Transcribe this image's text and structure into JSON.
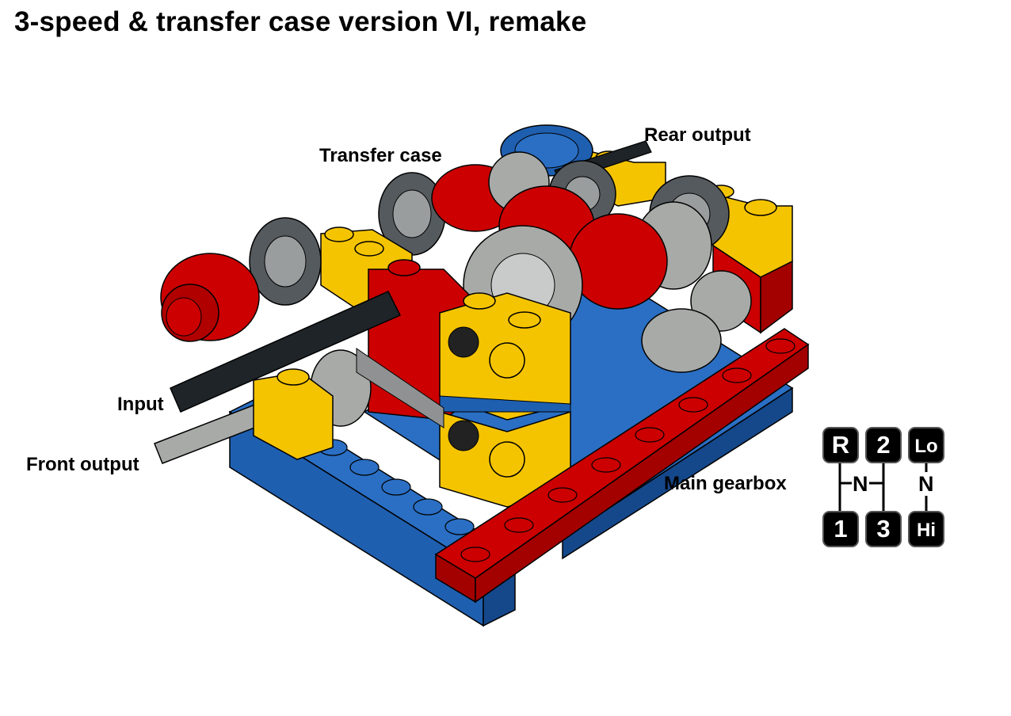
{
  "title": "3-speed & transfer case version VI, remake",
  "labels": {
    "transfer_case": "Transfer case",
    "rear_output": "Rear output",
    "input": "Input",
    "front_output": "Front output",
    "main_gearbox": "Main gearbox"
  },
  "shift_pattern": {
    "main": {
      "top_left": "R",
      "top_right": "2",
      "neutral": "N",
      "bottom_left": "1",
      "bottom_right": "3"
    },
    "transfer": {
      "top": "Lo",
      "neutral": "N",
      "bottom": "Hi"
    }
  },
  "colors": {
    "red": "#cc0000",
    "blue": "#1f5fb0",
    "yellow": "#f5c400",
    "dark_gray": "#555a5e",
    "light_gray": "#a8aaa8",
    "black": "#1e2428"
  }
}
